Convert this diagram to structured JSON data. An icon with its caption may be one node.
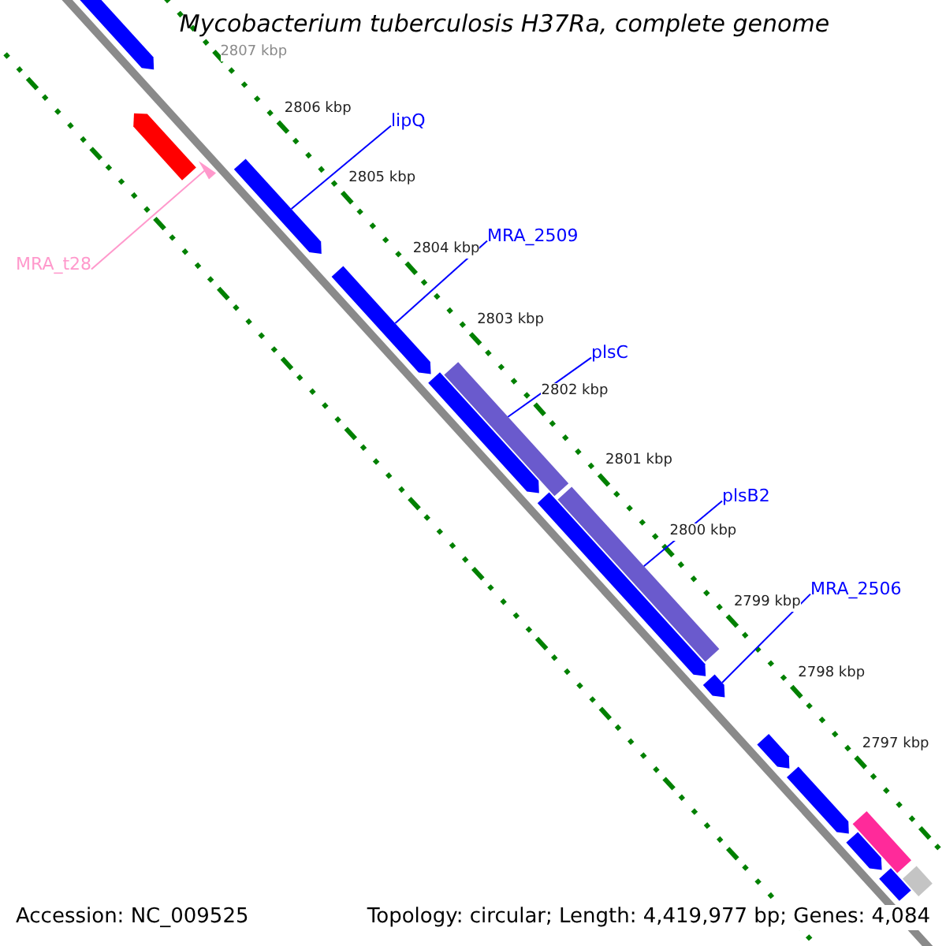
{
  "diagram": {
    "title": "Mycobacterium tuberculosis H37Ra, complete genome",
    "nodes": [
      {
        "text": [
          "lipQ"
        ]
      },
      {
        "text": [
          "MRA_2509"
        ]
      },
      {
        "text": [
          "MRA_t28"
        ]
      },
      {
        "text": [
          "plsC"
        ]
      },
      {
        "text": [
          "plsB2"
        ]
      },
      {
        "text": [
          "MRA_2506"
        ]
      },
      {
        "text": [],
        "shape": "arrow"
      },
      {
        "text": [],
        "shape": "arrow"
      },
      {
        "text": [],
        "shape": "arrow"
      },
      {
        "text": [],
        "shape": "arrow"
      },
      {
        "text": [],
        "shape": "arrow"
      },
      {
        "text": [],
        "shape": "box"
      },
      {
        "text": [],
        "shape": "arrow"
      },
      {
        "text": [],
        "shape": "box"
      },
      {
        "text": [],
        "shape": "arrow"
      },
      {
        "text": [],
        "shape": "arrow"
      },
      {
        "text": [],
        "shape": "arrow"
      },
      {
        "text": [],
        "shape": "arrow"
      },
      {
        "text": [],
        "shape": "box"
      },
      {
        "text": [],
        "shape": "arrow"
      },
      {
        "text": [],
        "shape": "box"
      },
      {
        "text": [],
        "shape": "box"
      }
    ],
    "edges": [
      {
        "from": 0,
        "to": 8,
        "arrow": "none"
      },
      {
        "from": 1,
        "to": 10,
        "arrow": "none"
      },
      {
        "from": 2,
        "to": 9,
        "arrow": "none",
        "color": "#ff99cc"
      },
      {
        "from": 3,
        "to": 11,
        "arrow": "none"
      },
      {
        "from": 4,
        "to": 13,
        "arrow": "none"
      },
      {
        "from": 5,
        "to": 15,
        "arrow": "none"
      }
    ],
    "labels": [
      "2807 kbp",
      "2806 kbp",
      "2805 kbp",
      "2804 kbp",
      "2803 kbp",
      "2802 kbp",
      "2801 kbp",
      "2800 kbp",
      "2799 kbp",
      "2798 kbp",
      "2797 kbp",
      "Accession: NC_009525",
      "Topology: circular; Length: 4,419,977 bp; Genes: 4,084"
    ]
  }
}
